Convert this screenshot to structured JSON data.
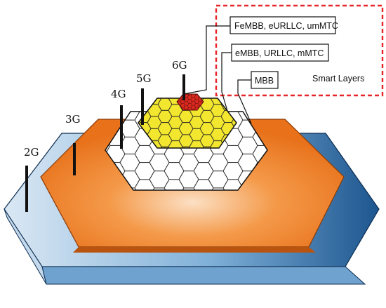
{
  "generations": [
    {
      "id": "2g",
      "label": "2G"
    },
    {
      "id": "3g",
      "label": "3G"
    },
    {
      "id": "4g",
      "label": "4G"
    },
    {
      "id": "5g",
      "label": "5G"
    },
    {
      "id": "6g",
      "label": "6G"
    }
  ],
  "services": [
    {
      "id": "femmb",
      "label": "FeMBB, eURLLC, umMTC"
    },
    {
      "id": "embb",
      "label": "eMBB, URLLC, mMTC"
    },
    {
      "id": "mbb",
      "label": "MBB"
    }
  ],
  "smart_layers": {
    "label": "Smart Layers",
    "border_color": "#e8252a"
  },
  "colors": {
    "layer_2g_light": "#d7e6f3",
    "layer_2g_dark": "#1f5a9a",
    "layer_3g_light": "#f6b375",
    "layer_3g_dark": "#e8731d",
    "layer_4g": "#ffffff",
    "layer_5g": "#f3e62e",
    "layer_6g": "#d9291f"
  }
}
